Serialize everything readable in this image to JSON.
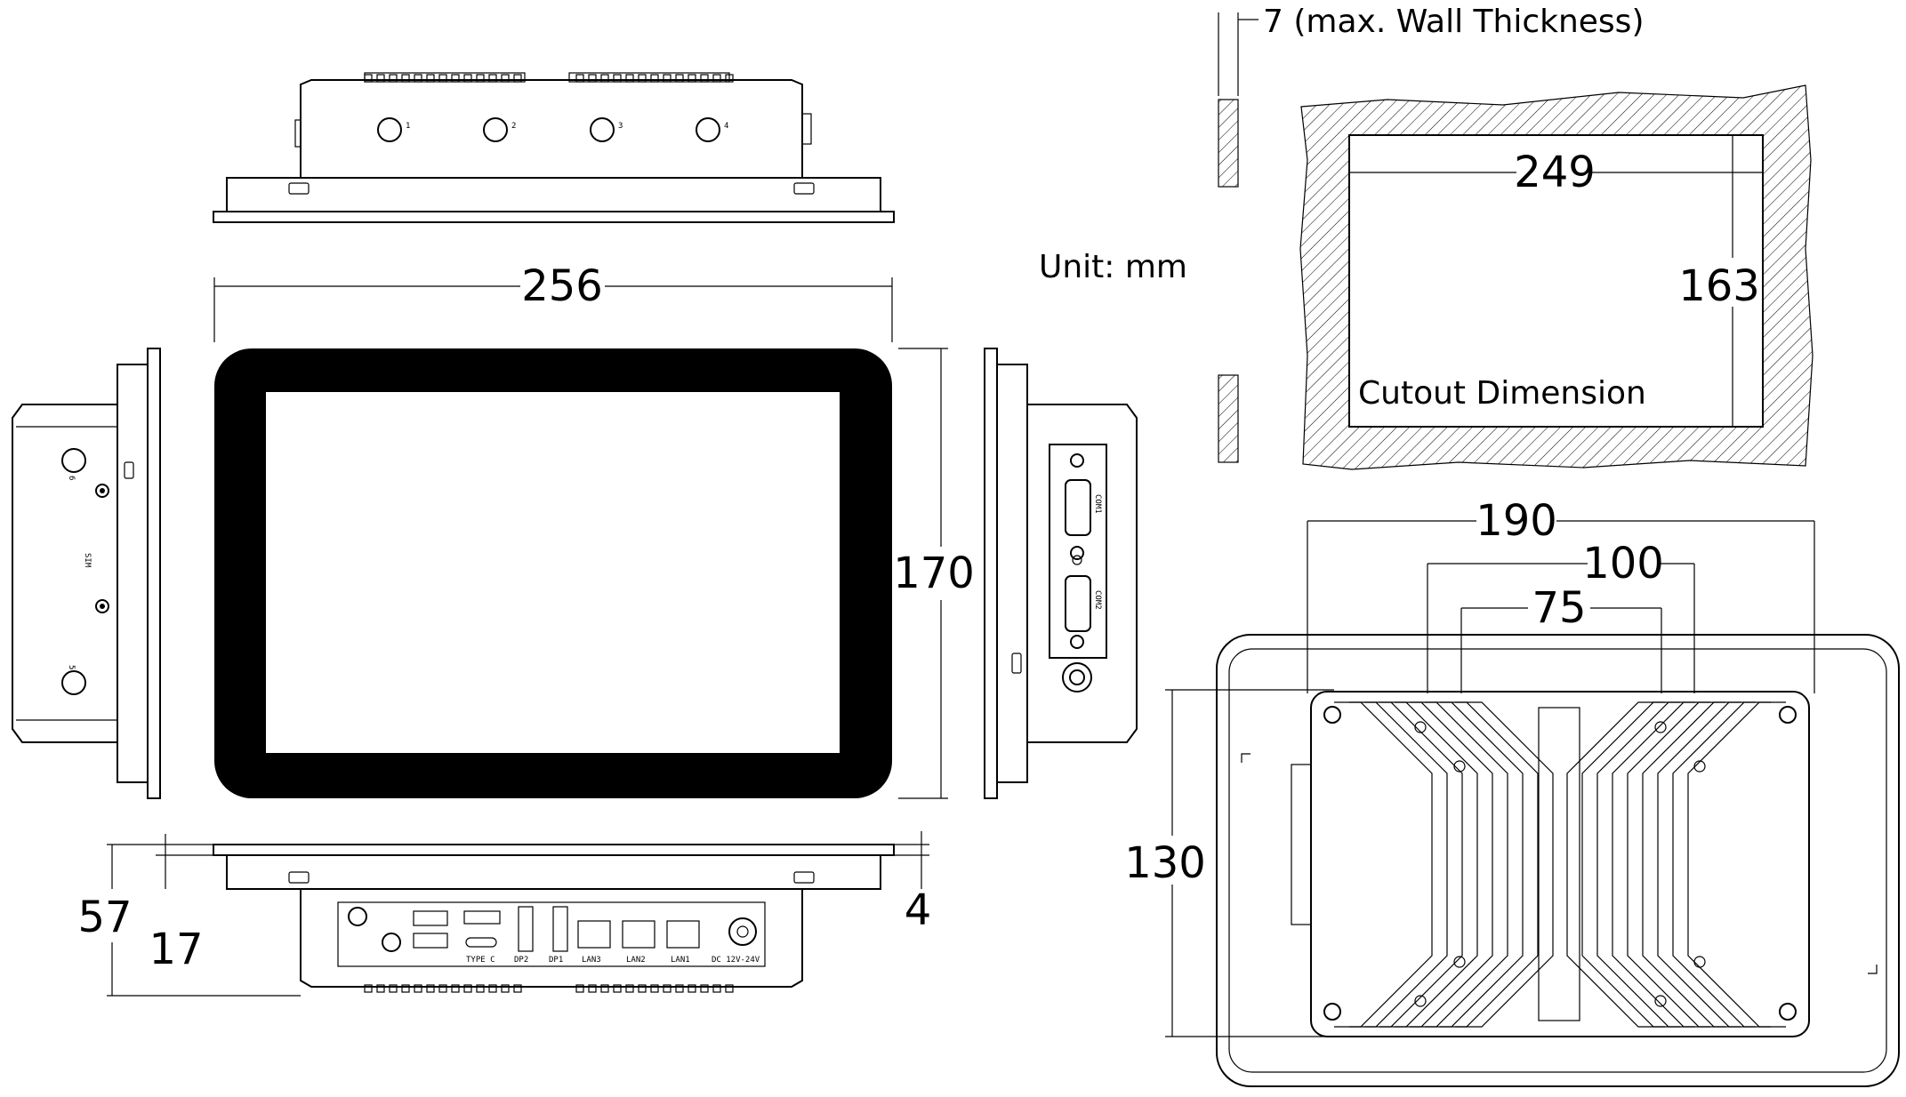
{
  "unit_label": "Unit: mm",
  "wall_thickness_label": "7 (max. Wall Thickness)",
  "cutout_label": "Cutout Dimension",
  "dimensions": {
    "overall_width": "256",
    "overall_height": "170",
    "cutout_width": "249",
    "cutout_height": "163",
    "mount_190": "190",
    "mount_100": "100",
    "mount_75": "75",
    "mount_height": "130",
    "depth_total": "57",
    "depth_bezel": "17",
    "bezel_thickness": "4"
  },
  "ports": {
    "bottom": [
      "TYPE C",
      "DP2",
      "DP1",
      "LAN3",
      "LAN2",
      "LAN1",
      "DC 12V-24V"
    ],
    "right": [
      "COM1",
      "COM2"
    ],
    "left": [
      "SIM"
    ],
    "antennas": [
      "1",
      "2",
      "3",
      "4",
      "5",
      "6"
    ]
  }
}
